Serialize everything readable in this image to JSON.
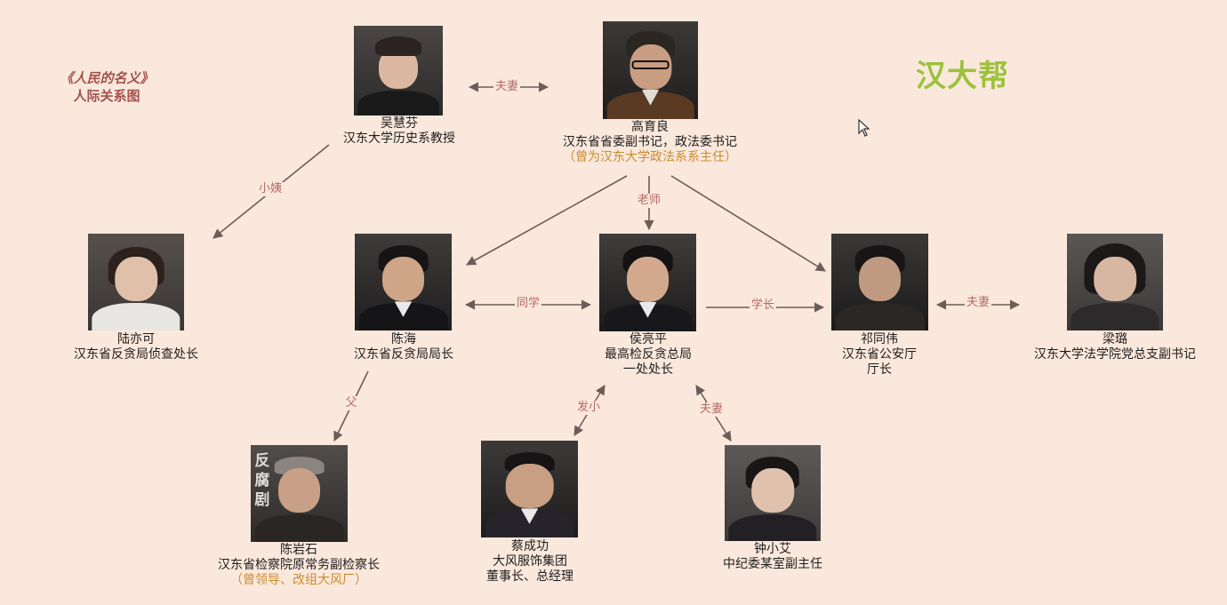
{
  "title": {
    "line1": "《人民的名义》",
    "line2": "人际关系图"
  },
  "group_label": "汉大帮",
  "relations": {
    "fuqi_top": "夫妻",
    "xiaoyi": "小姨",
    "laoshi": "老师",
    "tongxue": "同学",
    "xuezhang": "学长",
    "fuqi_right": "夫妻",
    "fu": "父",
    "faxiao": "发小",
    "fuqi_bottom": "夫妻"
  },
  "people": {
    "wu_huifen": {
      "name": "吴慧芬",
      "role": "汉东大学历史系教授"
    },
    "gao_yuliang": {
      "name": "高育良",
      "role": "汉东省省委副书记，政法委书记",
      "note": "（曾为汉东大学政法系系主任）"
    },
    "lu_yike": {
      "name": "陆亦可",
      "role": "汉东省反贪局侦查处长"
    },
    "chen_hai": {
      "name": "陈海",
      "role": "汉东省反贪局局长"
    },
    "hou_liangping": {
      "name": "侯亮平",
      "role": "最高检反贪总局",
      "role2": "一处处长"
    },
    "qi_tongwei": {
      "name": "祁同伟",
      "role": "汉东省公安厅",
      "role2": "厅长"
    },
    "liang_lu": {
      "name": "梁璐",
      "role": "汉东大学法学院党总支副书记"
    },
    "chen_yanshi": {
      "name": "陈岩石",
      "role": "汉东省检察院原常务副检察长",
      "note": "（曾领导、改组大风厂）",
      "poster_text": "反腐剧"
    },
    "cai_chenggong": {
      "name": "蔡成功",
      "role": "大风服饰集团",
      "role2": "董事长、总经理"
    },
    "zhong_xiaoai": {
      "name": "钟小艾",
      "role": "中纪委某室副主任"
    }
  },
  "colors": {
    "background": "#fbe8dc",
    "relation_text": "#b36a68",
    "group_label": "#9bc23c",
    "title": "#a3514e",
    "note": "#c98b2e",
    "arrow": "#6b5d58"
  },
  "icons": {
    "cursor": "mouse-pointer-icon"
  }
}
